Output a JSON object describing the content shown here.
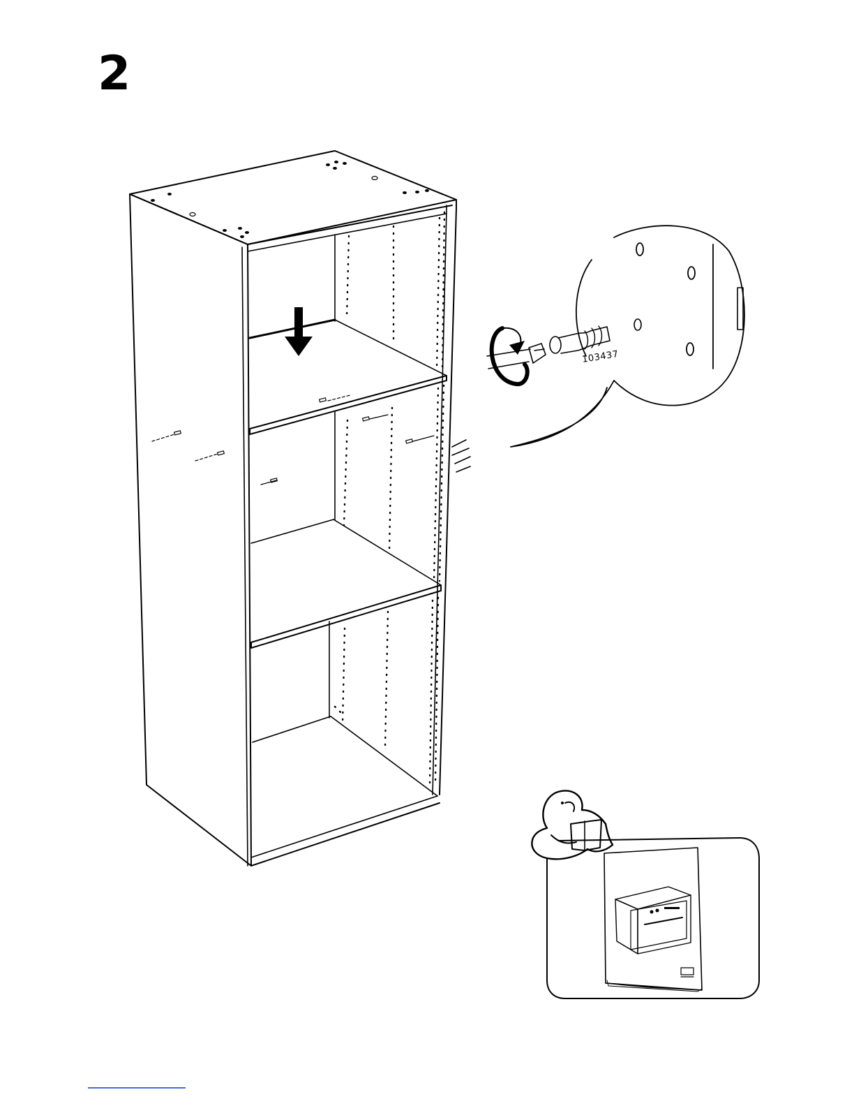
{
  "step": {
    "number": "2"
  },
  "detail": {
    "part_number": "103437"
  },
  "icons": {
    "cabinet": "cabinet-frame-illustration",
    "shelf_arrow": "down-arrow-icon",
    "rotate": "rotate-clockwise-icon",
    "screwdriver": "screwdriver-icon",
    "dowel": "shelf-pin-icon",
    "reader": "ikea-manual-reader-icon",
    "manual": "oven-manual-icon"
  },
  "colors": {
    "line": "#000000",
    "background": "#ffffff"
  }
}
